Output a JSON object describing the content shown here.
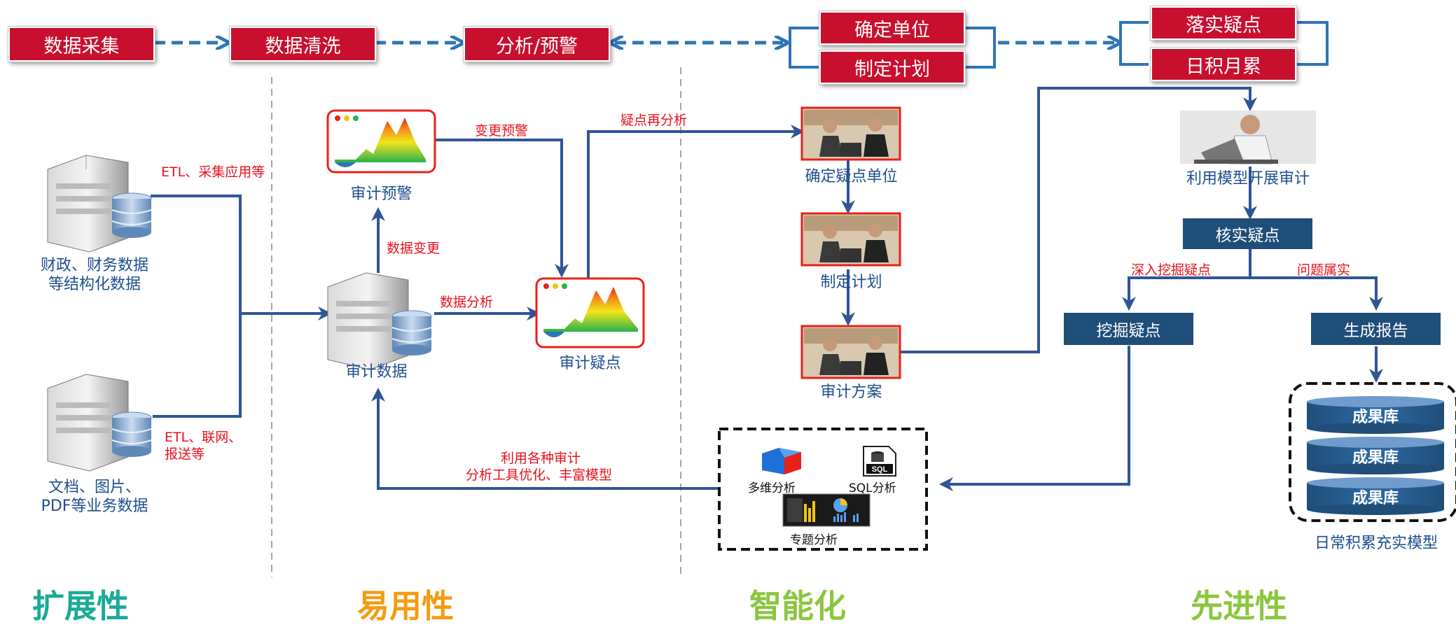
{
  "top_flow": {
    "collect": "数据采集",
    "clean": "数据清洗",
    "analyze": "分析/预警",
    "confirm_unit": "确定单位",
    "make_plan": "制定计划",
    "verify_point": "落实疑点",
    "accumulate": "日积月累"
  },
  "sources": {
    "structured": "财政、财务数据\n等结构化数据",
    "docs": "文档、图片、\nPDF等业务数据",
    "etl_collect": "ETL、采集应用等",
    "etl_network": "ETL、联网、\n报送等"
  },
  "middle": {
    "audit_data": "审计数据",
    "audit_warning": "审计预警",
    "audit_suspect": "审计疑点",
    "data_change": "数据变更",
    "data_analysis": "数据分析",
    "change_warning": "变更预警",
    "reanalysis": "疑点再分析",
    "tools_line1": "利用各种审计",
    "tools_line2": "分析工具优化、丰富模型"
  },
  "smart": {
    "confirm_suspect_unit": "确定疑点单位",
    "make_plan": "制定计划",
    "audit_plan": "审计方案",
    "multidim": "多维分析",
    "sql": "SQL分析",
    "topic": "专题分析"
  },
  "advanced": {
    "use_model": "利用模型开展审计",
    "verify": "核实疑点",
    "dig_deep": "深入挖掘疑点",
    "confirmed": "问题属实",
    "dig": "挖掘疑点",
    "report": "生成报告",
    "result_lib": "成果库",
    "enrich_model": "日常积累充实模型"
  },
  "bottom": {
    "t1": "扩展性",
    "t2": "易用性",
    "t3": "智能化",
    "t4": "先进性"
  },
  "colors": {
    "red": "#c8102e",
    "navy": "#1f4e79",
    "line_blue": "#2f5597",
    "arrow_blue": "#2e75b6",
    "label_red": "#e8101a",
    "teal": "#1aaa96",
    "orange": "#f39c12",
    "green": "#8cc63f"
  }
}
